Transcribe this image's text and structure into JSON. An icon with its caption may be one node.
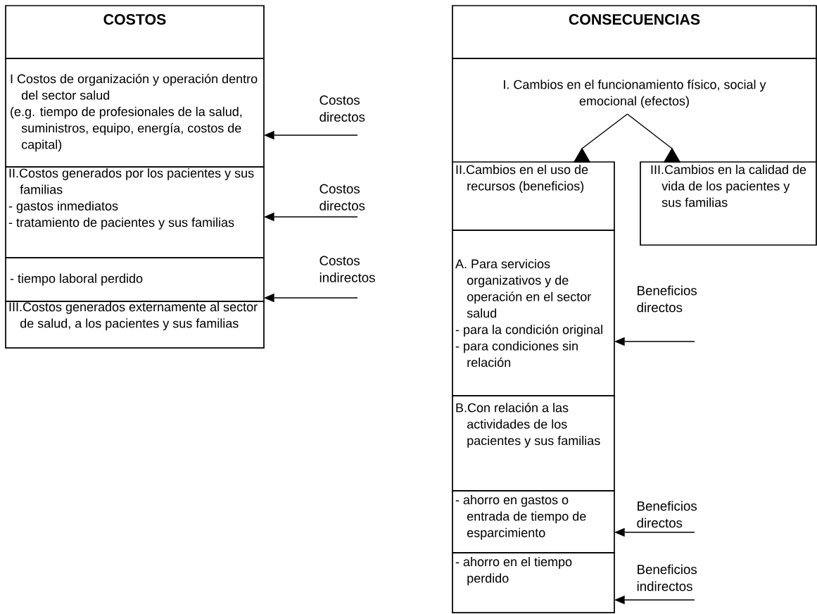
{
  "diagram": {
    "nodes": [
      {
        "text": [
          "COSTOS"
        ]
      },
      {
        "text": [
          "I Costos de organización y operación dentro del sector salud",
          "(e.g. tiempo de profesionales de la salud, suministros, equipo, energía, costos de capital)"
        ]
      },
      {
        "text": [
          "II.Costos generados por los pacientes y sus familias",
          "- gastos inmediatos",
          "- tratamiento de pacientes y sus familias"
        ]
      },
      {
        "text": [
          "- tiempo laboral perdido"
        ]
      },
      {
        "text": [
          "III.Costos generados externamente al sector de salud, a los pacientes y sus familias"
        ]
      },
      {
        "text": [
          "CONSECUENCIAS"
        ]
      },
      {
        "text": [
          "I. Cambios en el funcionamiento físico, social y emocional (efectos)"
        ]
      },
      {
        "text": [
          "II.Cambios en el uso de recursos (beneficios)"
        ]
      },
      {
        "text": [
          "III.Cambios en la calidad de vida de los pacientes y sus familias"
        ]
      },
      {
        "text": [
          "A. Para servicios organizativos y de operación en el sector salud",
          "- para la condición original",
          "- para condiciones sin relación"
        ]
      },
      {
        "text": [
          "B.Con relación a las actividades de los pacientes y sus familias"
        ]
      },
      {
        "text": [
          "- ahorro en gastos o entrada de tiempo de esparcimiento"
        ]
      },
      {
        "text": [
          "- ahorro en el tiempo perdido"
        ]
      }
    ],
    "edges": [
      {
        "from": null,
        "to": 1,
        "arrow": "to",
        "label": "Costos directos"
      },
      {
        "from": null,
        "to": 2,
        "arrow": "to",
        "label": "Costos directos"
      },
      {
        "from": null,
        "to": 3,
        "arrow": "to",
        "label": "Costos indirectos"
      },
      {
        "from": 6,
        "to": 7,
        "arrow": "to"
      },
      {
        "from": 6,
        "to": 8,
        "arrow": "to"
      },
      {
        "from": null,
        "to": 9,
        "arrow": "to",
        "label": "Beneficios directos"
      },
      {
        "from": null,
        "to": 11,
        "arrow": "to",
        "label": "Beneficios directos"
      },
      {
        "from": null,
        "to": 12,
        "arrow": "to",
        "label": "Beneficios indirectos"
      }
    ]
  }
}
